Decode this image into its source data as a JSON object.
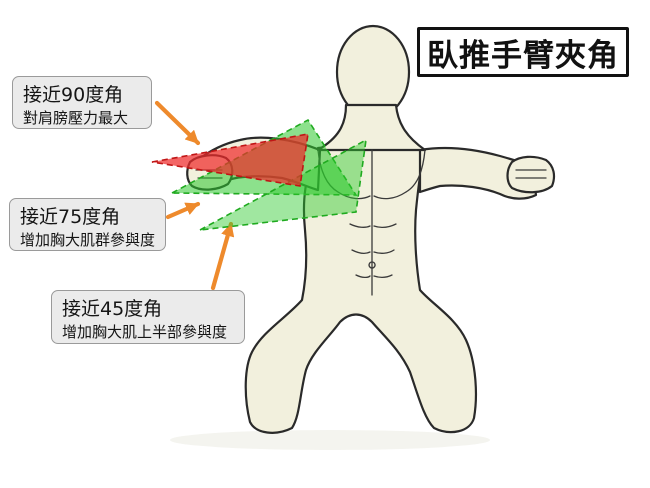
{
  "title": "臥推手臂夾角",
  "labels": [
    {
      "angle_text": "接近90度角",
      "effect_text": "對肩膀壓力最大",
      "color": "#ee2b2b"
    },
    {
      "angle_text": "接近75度角",
      "effect_text": "增加胸大肌群參與度",
      "color": "#2dc92d"
    },
    {
      "angle_text": "接近45度角",
      "effect_text": "增加胸大肌上半部參與度",
      "color": "#2dc92d"
    }
  ],
  "arrow_color": "#ee8a2c",
  "figure_fill": "#f2f0dd"
}
